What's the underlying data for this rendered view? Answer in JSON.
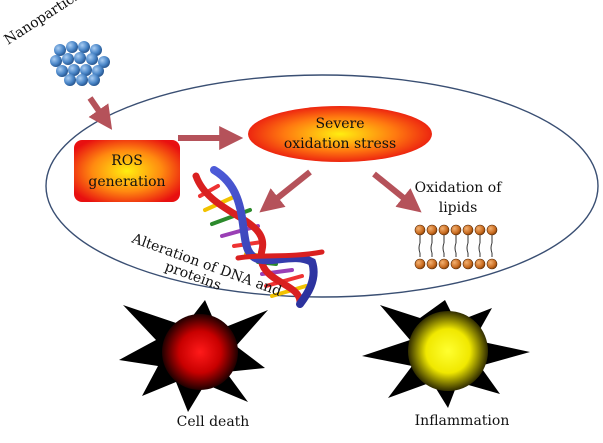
{
  "labels": {
    "nanoparticles": "Nanoparticles",
    "ros_line1": "ROS",
    "ros_line2": "generation",
    "stress_line1": "Severe",
    "stress_line2": "oxidation stress",
    "lipids_line1": "Oxidation of",
    "lipids_line2": "lipids",
    "dna_line1": "Alteration of DNA and",
    "dna_line2": "proteins",
    "cell_death": "Cell death",
    "inflammation": "Inflammation"
  },
  "icons": {
    "nanoparticles": "nanoparticle-cluster-icon",
    "dna": "dna-helix-icon",
    "lipids": "lipid-bilayer-icon",
    "cell_death": "red-starburst-icon",
    "inflammation": "yellow-starburst-icon"
  },
  "colors": {
    "arrow": "#b5525a",
    "ellipse_border": "#3a4f73",
    "particle": "#4a86c8",
    "lipid_head": "#c86a1e"
  }
}
